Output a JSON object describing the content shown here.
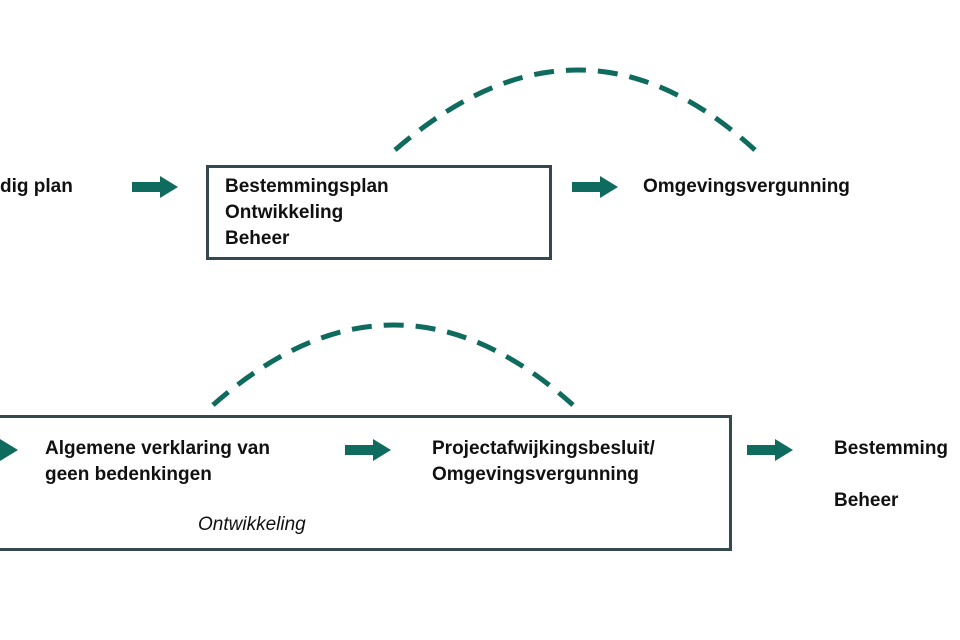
{
  "colors": {
    "accent": "#0e6b5e",
    "box_border": "#35474f"
  },
  "top_row": {
    "start_label": "dig plan",
    "box_lines": [
      "Bestemmingsplan",
      "Ontwikkeling",
      "Beheer"
    ],
    "end_label": "Omgevingsvergunning"
  },
  "bottom_row": {
    "step1_lines": [
      "Algemene verklaring van",
      "geen bedenkingen"
    ],
    "step2_lines": [
      "Projectafwijkingsbesluit/",
      "Omgevingsvergunning"
    ],
    "box_caption": "Ontwikkeling",
    "end_lines": [
      "Bestemming",
      "Beheer"
    ]
  }
}
